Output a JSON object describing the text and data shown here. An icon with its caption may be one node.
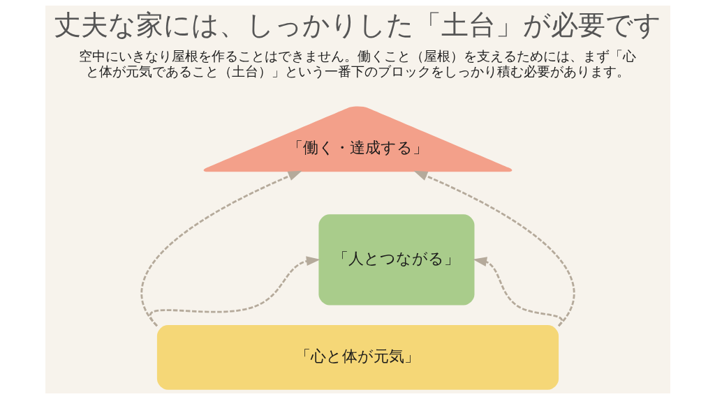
{
  "diagram": {
    "title": "丈夫な家には、しっかりした「土台」が必要です",
    "nodes": [
      {
        "text": [
          "「働く・達成する」"
        ]
      },
      {
        "text": [
          "「人とつながる」"
        ]
      },
      {
        "text": [
          "「心と体が元気」"
        ]
      }
    ],
    "edges": [
      {
        "from": 2,
        "to": 0,
        "arrow": "to",
        "style": "dashed"
      },
      {
        "from": 2,
        "to": 1,
        "arrow": "to",
        "style": "dashed"
      },
      {
        "from": 2,
        "to": 0,
        "arrow": "to",
        "style": "dashed"
      },
      {
        "from": 2,
        "to": 1,
        "arrow": "to",
        "style": "dashed"
      }
    ],
    "labels": [
      "空中にいきなり屋根を作ることはできません。働くこと（屋根）を支えるためには、まず「心と体が元気であること（土台）」という一番下のブロックをしっかり積む必要があります。"
    ]
  }
}
